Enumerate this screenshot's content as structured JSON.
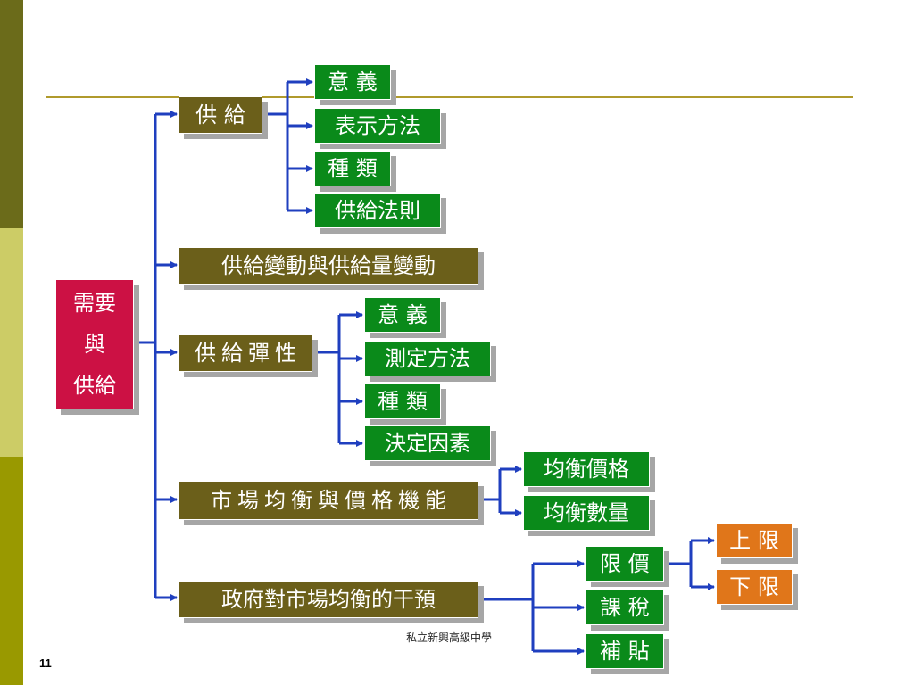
{
  "root": {
    "line1": "需要",
    "line2": "與",
    "line3": "供給"
  },
  "branches": {
    "supply": "供 給",
    "supply_change": "供給變動與供給量變動",
    "elasticity": "供給彈性",
    "market": "市場均衡與價格機能",
    "gov": "政府對市場均衡的干預"
  },
  "supply_items": [
    "意 義",
    "表示方法",
    "種 類",
    "供給法則"
  ],
  "elasticity_items": [
    "意 義",
    "測定方法",
    "種 類",
    "決定因素"
  ],
  "market_items": [
    "均衡價格",
    "均衡數量"
  ],
  "gov_items": [
    "限 價",
    "課 稅",
    "補 貼"
  ],
  "price_limit_items": [
    "上 限",
    "下 限"
  ],
  "footer": "私立新興高級中學",
  "page_number": "11",
  "colors": {
    "olive_box": "#6b5f1a",
    "green_box": "#0a8a1a",
    "orange_box": "#e0761a",
    "root_box": "#cc1144",
    "connector": "#1f3fbf"
  }
}
